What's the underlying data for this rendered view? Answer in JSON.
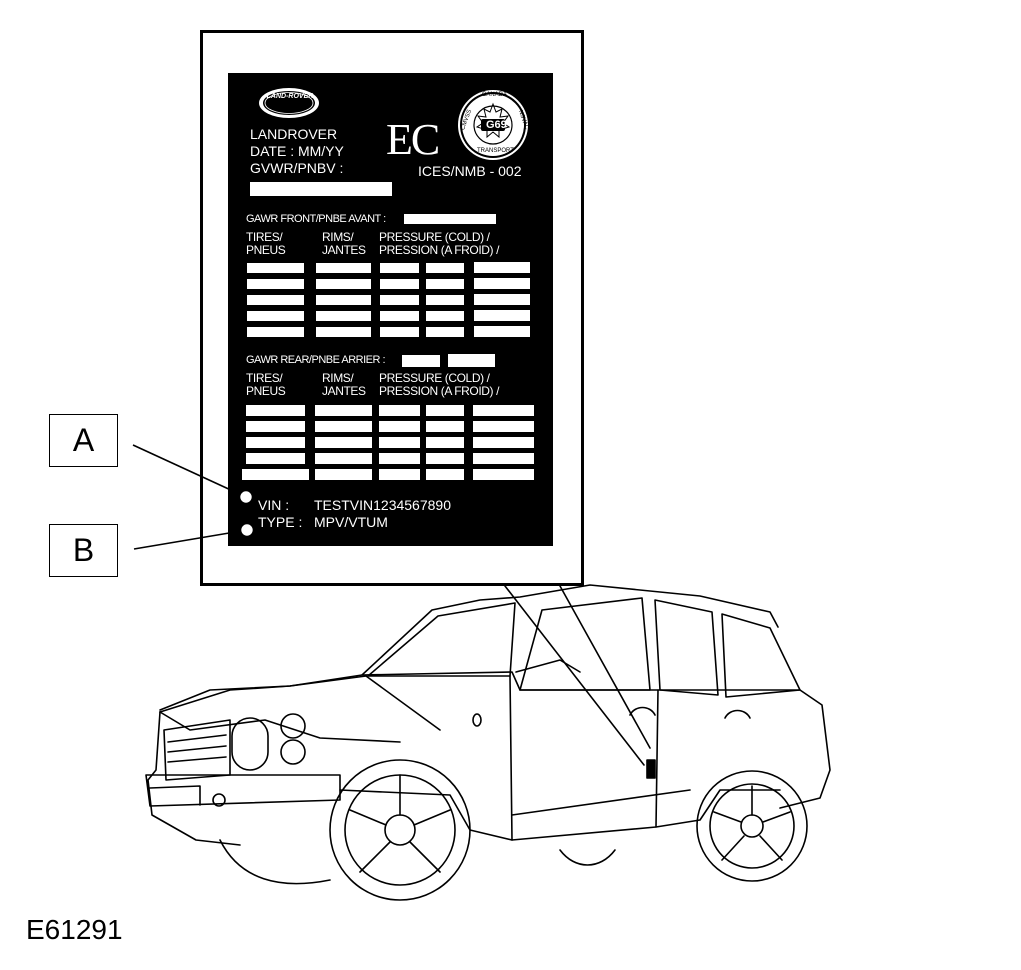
{
  "figure_id": "E61291",
  "callouts": [
    {
      "letter": "A",
      "target": "vin"
    },
    {
      "letter": "B",
      "target": "type"
    }
  ],
  "plate": {
    "logo": "LAND-ROVER",
    "maker": "LANDROVER",
    "date_line": "DATE : MM/YY",
    "gvwr_label": "GVWR/PNBV :",
    "ec_mark": "EC",
    "transport_canada_seal": {
      "center": "G69",
      "top": "CANADA",
      "left": "CMVSS",
      "right": "NSVAC",
      "bottom": "TRANSPORT"
    },
    "ices": "ICES/NMB - 002",
    "front": {
      "gawr_label": "GAWR FRONT/PNBE AVANT :",
      "col_tires": [
        "TIRES/",
        "PNEUS"
      ],
      "col_rims": [
        "RIMS/",
        "JANTES"
      ],
      "col_pressure": [
        "PRESSURE (COLD) /",
        "PRESSION (A FROID) /"
      ]
    },
    "rear": {
      "gawr_label": "GAWR REAR/PNBE ARRIER :",
      "col_tires": [
        "TIRES/",
        "PNEUS"
      ],
      "col_rims": [
        "RIMS/",
        "JANTES"
      ],
      "col_pressure": [
        "PRESSURE (COLD) /",
        "PRESSION (A FROID) /"
      ]
    },
    "vin_label": "VIN :",
    "vin_value": "TESTVIN1234567890",
    "type_label": "TYPE :",
    "type_value": "MPV/VTUM"
  }
}
